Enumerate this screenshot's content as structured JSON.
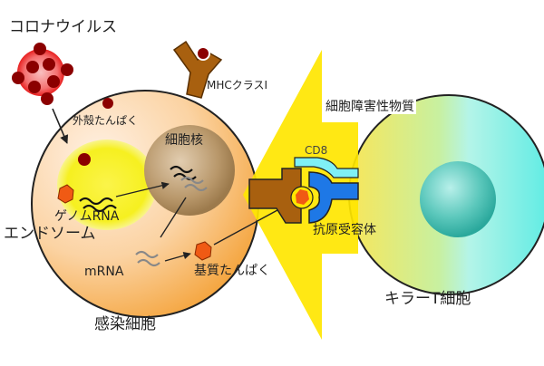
{
  "diagram": {
    "title_virus": "コロナウイルス",
    "labels": {
      "mhc": "MHCクラスI",
      "outer_protein": "外殻たんぱく",
      "nucleus": "細胞核",
      "genome_rna": "ゲノムRNA",
      "endosome": "エンドソーム",
      "mrna": "mRNA",
      "matrix_protein": "基質たんぱく",
      "infected_cell": "感染細胞",
      "cytotoxic": "細胞障害性物質",
      "cd8": "CD8",
      "antigen_receptor": "抗原受容体",
      "killer_t": "キラーT細胞"
    },
    "colors": {
      "infected_cell": "#f7b85a",
      "infected_cell_light": "#fde3c6",
      "endosome": "#f6f020",
      "nucleus": "#a8865a",
      "virus_particle": "#8b0000",
      "virus_body": "#f06060",
      "protein_orange": "#f05a14",
      "mhc_brown": "#a8600f",
      "arrow_yellow": "#ffe600",
      "receptor_blue": "#1e78e6",
      "cd8_cyan": "#7ff0f5",
      "killer_cell": "#8ff0e0",
      "killer_nucleus": "#3cbcb0"
    }
  }
}
